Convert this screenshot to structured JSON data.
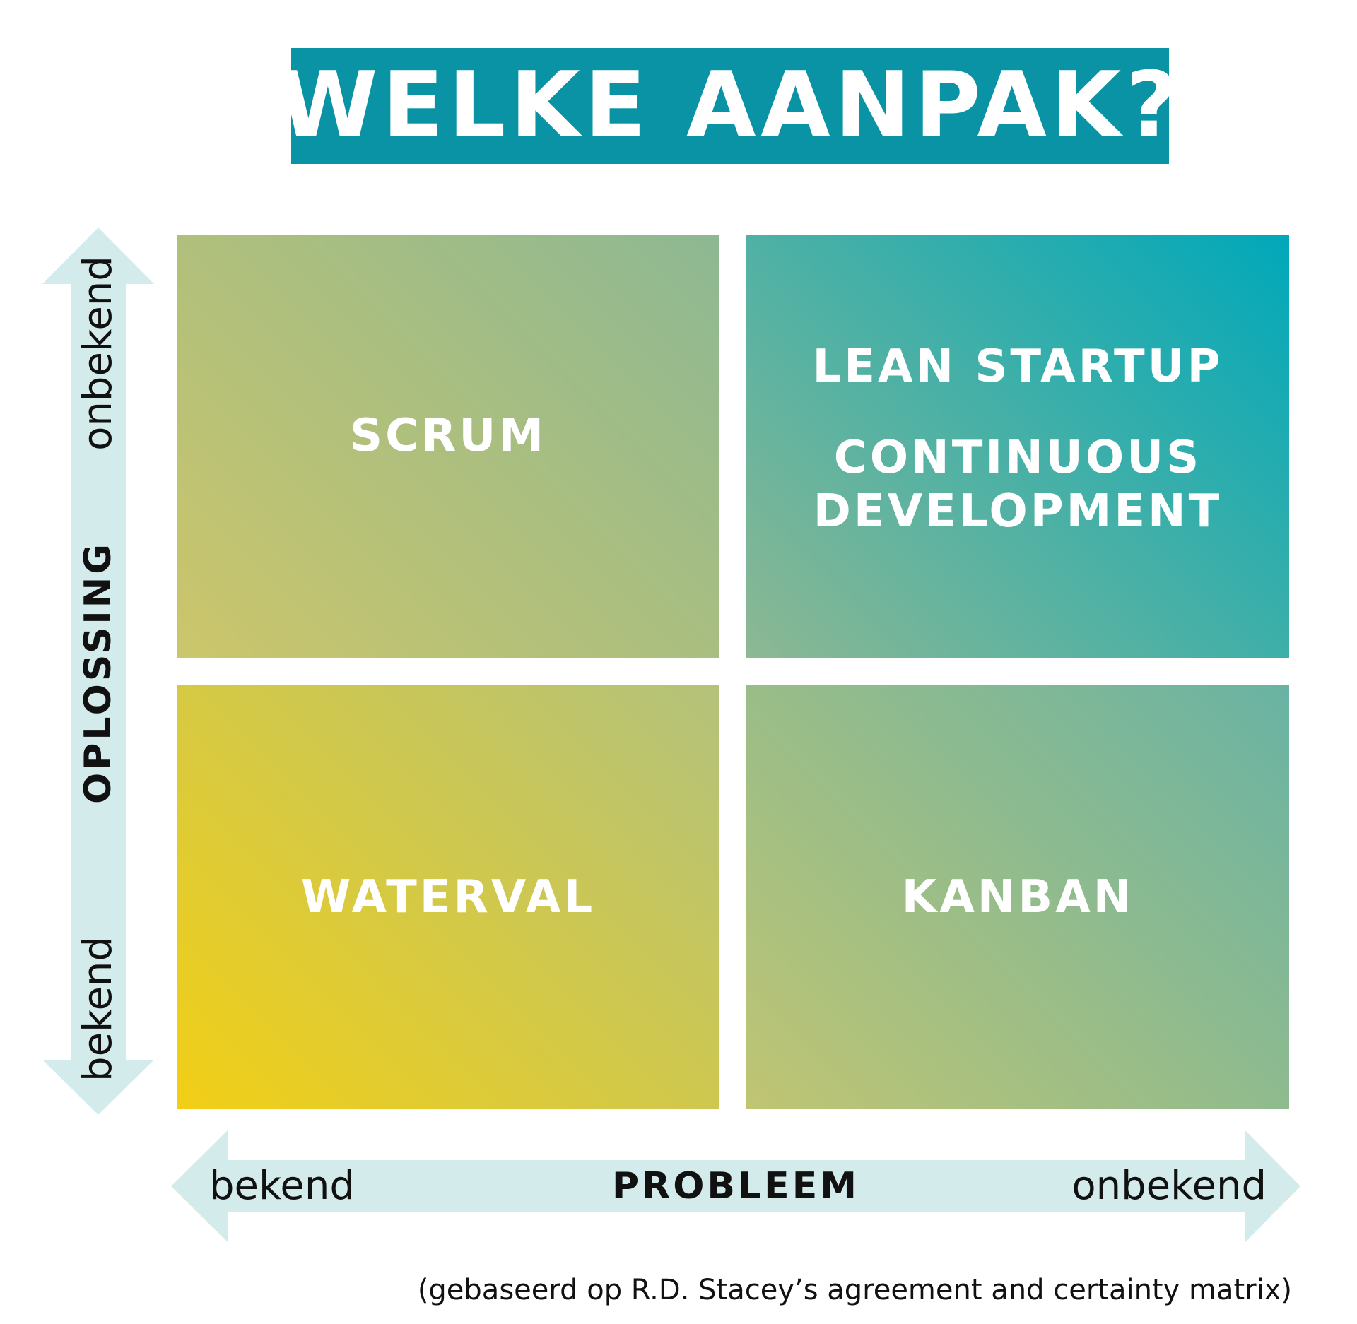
{
  "title": "WELKE AANPAK?",
  "quadrants": {
    "top_left": {
      "labels": [
        "SCRUM"
      ]
    },
    "top_right": {
      "labels": [
        "LEAN STARTUP",
        "CONTINUOUS",
        "DEVELOPMENT"
      ]
    },
    "bottom_left": {
      "labels": [
        "WATERVAL"
      ]
    },
    "bottom_right": {
      "labels": [
        "KANBAN"
      ]
    }
  },
  "x_axis": {
    "title": "PROBLEEM",
    "low": "bekend",
    "high": "onbekend"
  },
  "y_axis": {
    "title": "OPLOSSING",
    "low": "bekend",
    "high": "onbekend"
  },
  "footnote": "(gebaseerd op R.D. Stacey’s agreement and certainty matrix)",
  "colors": {
    "title_background": "#0a93a4",
    "arrow_fill": "#d4ebeb",
    "gradient_yellow": "#f2cf15",
    "gradient_teal": "#00a8ba"
  }
}
